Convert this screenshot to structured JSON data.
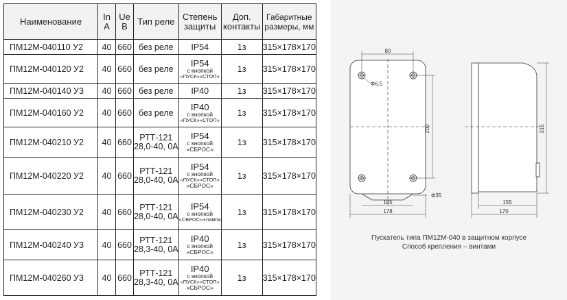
{
  "table": {
    "headers": {
      "name": "Наименование",
      "current": [
        "In",
        "A"
      ],
      "voltage": [
        "Ue",
        "B"
      ],
      "relay": "Тип реле",
      "protection": [
        "Степень",
        "защиты"
      ],
      "contacts": [
        "Доп.",
        "контакты"
      ],
      "dimensions": [
        "Габаритные",
        "размеры, мм"
      ]
    },
    "rows": [
      {
        "model": "ПМ12М-040110 У2",
        "current": "40",
        "voltage": "660",
        "relay": [
          "без реле"
        ],
        "protection": [
          "IP54"
        ],
        "contacts": "1з",
        "dimensions": "315×178×170"
      },
      {
        "model": "ПМ12М-040120 У2",
        "current": "40",
        "voltage": "660",
        "relay": [
          "без реле"
        ],
        "protection": [
          "IP54",
          "с кнопкой",
          "«ПУСК»«СТОП»"
        ],
        "contacts": "1з",
        "dimensions": "315×178×170"
      },
      {
        "model": "ПМ12М-040140 У3",
        "current": "40",
        "voltage": "660",
        "relay": [
          "без реле"
        ],
        "protection": [
          "IP40"
        ],
        "contacts": "1з",
        "dimensions": "315×178×170"
      },
      {
        "model": "ПМ12М-040160 У2",
        "current": "40",
        "voltage": "660",
        "relay": [
          "без реле"
        ],
        "protection": [
          "IP40",
          "с кнопкой",
          "«ПУСК»«СТОП»"
        ],
        "contacts": "1з",
        "dimensions": "315×178×170"
      },
      {
        "model": "ПМ12М-040210 У2",
        "current": "40",
        "voltage": "660",
        "relay": [
          "РТТ-121",
          "28,0-40, 0А"
        ],
        "protection": [
          "IP54",
          "с кнопкой",
          "«СБРОС»"
        ],
        "contacts": "1з",
        "dimensions": "315×178×170"
      },
      {
        "model": "ПМ12М-040220 У2",
        "current": "40",
        "voltage": "660",
        "relay": [
          "РТТ-121",
          "28,0-40, 0А"
        ],
        "protection": [
          "IP54",
          "с кнопкой",
          "«ПУСК»«СТОП»",
          "«СБРОС»"
        ],
        "contacts": "1з",
        "dimensions": "315×178×170"
      },
      {
        "model": "ПМ12М-040230 У2",
        "current": "40",
        "voltage": "660",
        "relay": [
          "РТТ-121",
          "28,0-40, 0А"
        ],
        "protection": [
          "IP54",
          "с кнопкой",
          "«СБРОС»+лампа"
        ],
        "contacts": "1з",
        "dimensions": "315×178×170"
      },
      {
        "model": "ПМ12М-040240 У3",
        "current": "40",
        "voltage": "660",
        "relay": [
          "РТТ-121",
          "28,3-40, 0А"
        ],
        "protection": [
          "IP40",
          "с кнопкой",
          "«СБРОС»"
        ],
        "contacts": "1з",
        "dimensions": "315×178×170"
      },
      {
        "model": "ПМ12М-040260 У3",
        "current": "40",
        "voltage": "660",
        "relay": [
          "РТТ-121",
          "28,3-40, 0А"
        ],
        "protection": [
          "IP40",
          "с кнопкой",
          "«ПУСК»«СТОП»",
          "«СБРОС»"
        ],
        "contacts": "1з",
        "dimensions": "315×178×170"
      }
    ]
  },
  "drawing": {
    "dims": {
      "top_width": "80",
      "hole": "Ф6.5",
      "mount_height": "200",
      "total_height": "315",
      "gland": "Ф35",
      "mount_width": "105",
      "front_width": "178",
      "depth_inner": "155",
      "depth_total": "170"
    },
    "caption": [
      "Пускатель типа ПМ12М-040 в защитном корпусе",
      "Способ крепления – винтами"
    ]
  }
}
